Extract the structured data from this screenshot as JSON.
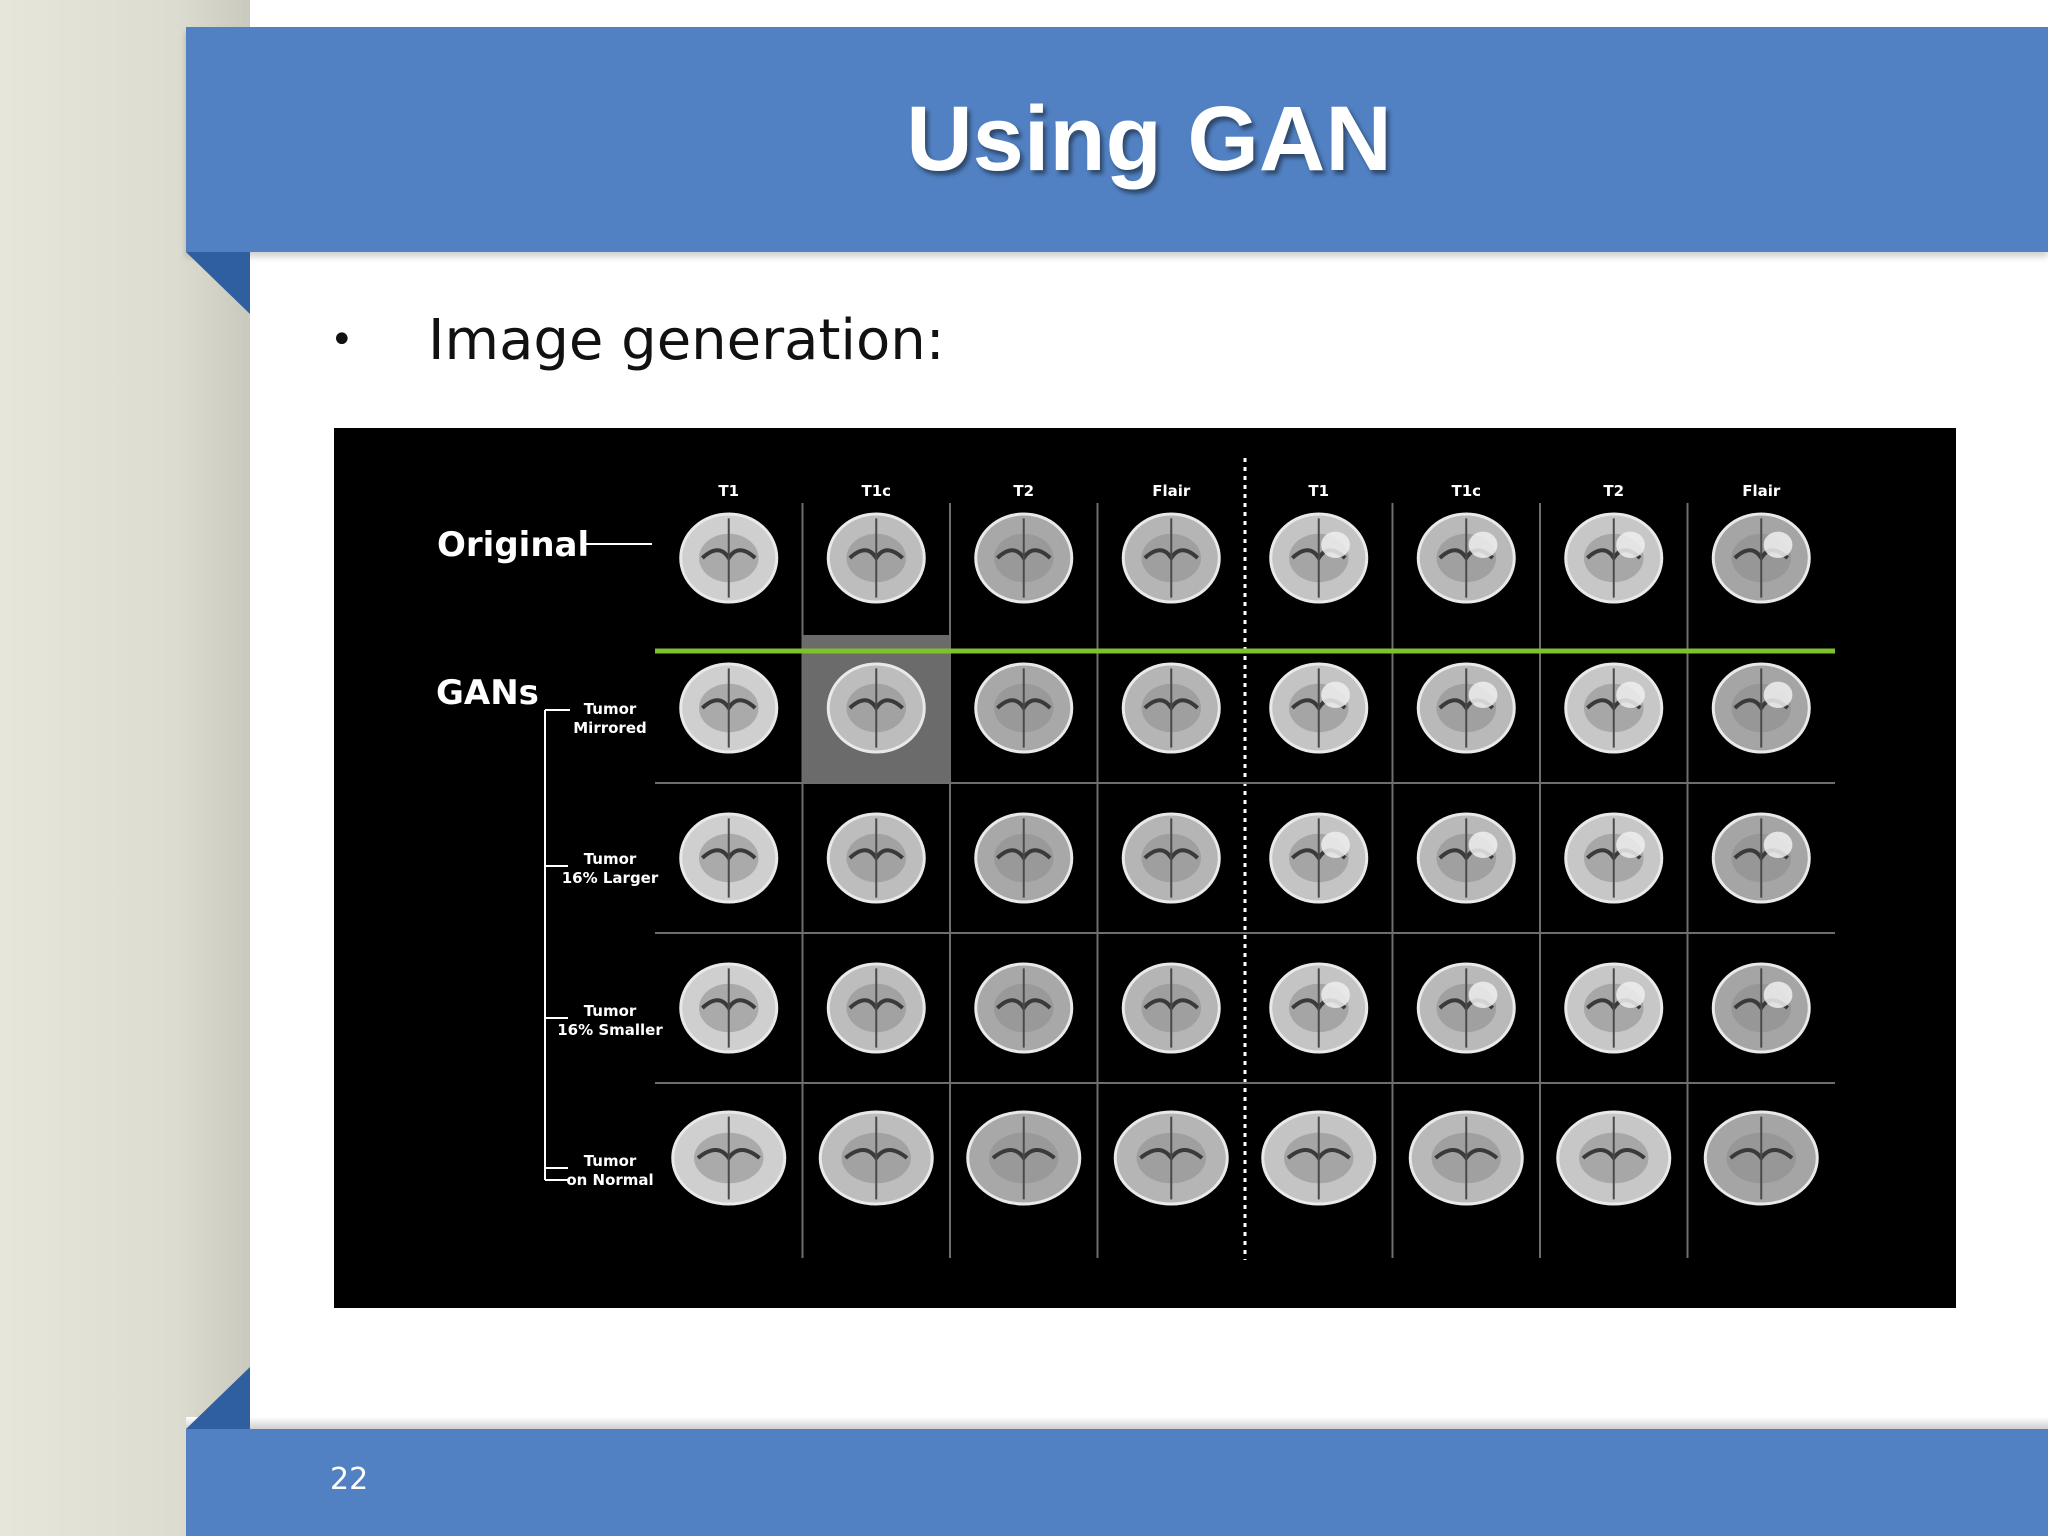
{
  "slide": {
    "title": "Using GAN",
    "bullet": "Image generation:",
    "page_number": "22"
  },
  "figure": {
    "columns": [
      "T1",
      "T1c",
      "T2",
      "Flair",
      "T1",
      "T1c",
      "T2",
      "Flair"
    ],
    "original_label": "Original",
    "gans_label": "GANs",
    "gan_rows": [
      [
        "Tumor",
        "Mirrored"
      ],
      [
        "Tumor",
        "16% Larger"
      ],
      [
        "Tumor",
        "16% Smaller"
      ],
      [
        "Tumor",
        "on Normal"
      ]
    ],
    "highlighted_cell": {
      "row": 1,
      "col": 1
    },
    "colors": {
      "separator": "#7bc22b",
      "grid": "#6e6e6e",
      "highlight": "#6b6b6b",
      "band": "#5181c2"
    }
  }
}
